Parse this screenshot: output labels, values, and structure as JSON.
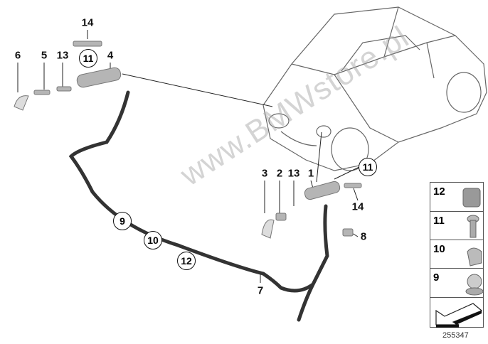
{
  "watermark": "www.BMWstore.pl",
  "callouts": {
    "top_left": {
      "p14": "14",
      "p6": "6",
      "p5": "5",
      "p13": "13",
      "p11": "11",
      "p4": "4"
    },
    "right": {
      "p1": "1",
      "p11": "11",
      "p3": "3",
      "p2": "2",
      "p13": "13",
      "p14": "14",
      "p8": "8"
    },
    "hose": {
      "p9": "9",
      "p10": "10",
      "p12": "12",
      "p7": "7"
    }
  },
  "legend": [
    {
      "number": "12",
      "part": "clip-nut"
    },
    {
      "number": "11",
      "part": "screw"
    },
    {
      "number": "10",
      "part": "clamp"
    },
    {
      "number": "9",
      "part": "hose-clip"
    }
  ],
  "part_number": "255347"
}
